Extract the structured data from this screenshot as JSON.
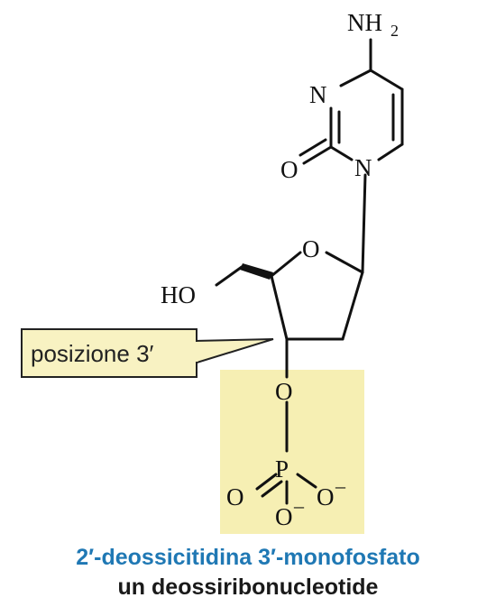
{
  "atoms": {
    "nh2_main": "NH",
    "nh2_sub": "2",
    "n3": "N",
    "n1": "N",
    "o_carbonyl": "O",
    "o_ring": "O",
    "ho": "HO",
    "o_ester": "O",
    "p": "P",
    "o_double": "O",
    "o_minus_right": "O",
    "o_minus_bottom": "O",
    "minus_sign": "–"
  },
  "callout": {
    "label": "posizione 3′"
  },
  "caption": {
    "title": "2′-deossicitidina 3′-monofosfato",
    "subtitle": "un deossiribonucleotide"
  },
  "colors": {
    "phosphate_highlight": "#f6efb3",
    "callout_fill": "#f8f2c2",
    "title_blue": "#1f78b4"
  }
}
